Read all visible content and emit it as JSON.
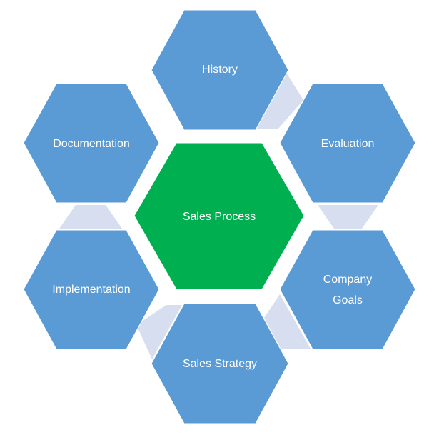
{
  "colors": {
    "background": "#ffffff",
    "hex_blue": "#5b9bd5",
    "hex_green": "#00b050",
    "connector": "#d6deef",
    "hex_stroke": "#ffffff"
  },
  "center": {
    "label": "Sales Process"
  },
  "nodes": [
    {
      "id": "history",
      "label": "History"
    },
    {
      "id": "evaluation",
      "label": "Evaluation"
    },
    {
      "id": "company-goals",
      "label_lines": [
        "Company",
        "Goals"
      ]
    },
    {
      "id": "sales-strategy",
      "label": "Sales Strategy"
    },
    {
      "id": "implementation",
      "label": "Implementation"
    },
    {
      "id": "documentation",
      "label": "Documentation"
    }
  ]
}
